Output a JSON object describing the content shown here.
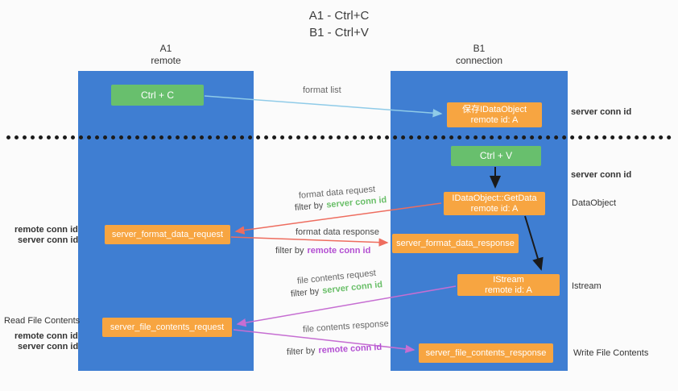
{
  "title": {
    "line1": "A1 - Ctrl+C",
    "line2": "B1 - Ctrl+V"
  },
  "columns": {
    "a": {
      "name": "A1",
      "subtitle": "remote"
    },
    "b": {
      "name": "B1",
      "subtitle": "connection"
    }
  },
  "boxes": {
    "ctrl_c": "Ctrl + C",
    "ctrl_v": "Ctrl + V",
    "save_dataobject": [
      "保存IDataObject",
      "remote id: A"
    ],
    "getdata": [
      "IDataObject::GetData",
      "remote id: A"
    ],
    "istream": [
      "IStream",
      "remote id: A"
    ],
    "format_request": "server_format_data_request",
    "format_response": "server_format_data_response",
    "file_request": "server_file_contents_request",
    "file_response": "server_file_contents_response"
  },
  "labels": {
    "format_list": "format list",
    "format_data_request": "format data request",
    "format_data_response": "format data response",
    "file_contents_request": "file contents request",
    "file_contents_response": "file contents response",
    "filter_by": "filter by",
    "server_conn_id": "server conn id",
    "remote_conn_id": "remote conn id"
  },
  "annotations": {
    "server_conn_id": "server conn id",
    "remote_conn_id": "remote conn id",
    "dataobject": "DataObject",
    "istream": "Istream",
    "write_file_contents": "Write File Contents",
    "read_file_contents": "Read File Contents"
  },
  "colors": {
    "column_blue": "#3f7ed2",
    "box_green": "#68bf6d",
    "box_orange": "#f7a541",
    "arrow_blue": "#8fcbe8",
    "arrow_red": "#ee6d5f",
    "arrow_purple": "#c66ed2",
    "arrow_black": "#1a1a1a",
    "text_green": "#6abf69",
    "text_purple": "#b34fd2"
  }
}
